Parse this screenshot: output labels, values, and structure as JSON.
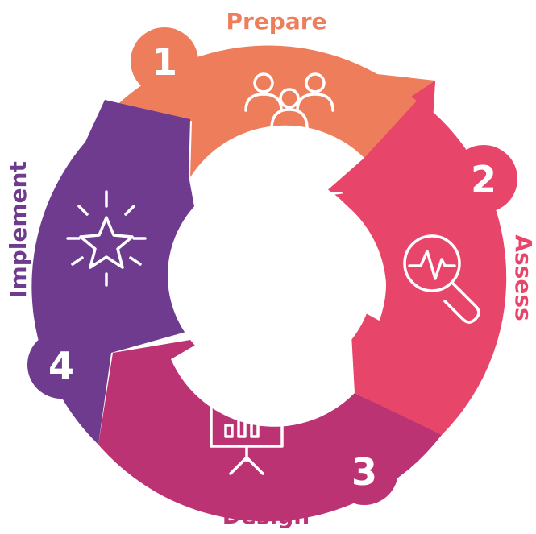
{
  "cycle": {
    "steps": [
      {
        "number": "1",
        "label": "Prepare",
        "color": "#EE7D5B",
        "icon": "people-group-icon"
      },
      {
        "number": "2",
        "label": "Assess",
        "color": "#E8456A",
        "icon": "magnifier-pulse-icon"
      },
      {
        "number": "3",
        "label": "Design",
        "color": "#BC3374",
        "icon": "presentation-chart-icon"
      },
      {
        "number": "4",
        "label": "Implement",
        "color": "#6F3B8E",
        "icon": "star-burst-icon"
      }
    ]
  }
}
